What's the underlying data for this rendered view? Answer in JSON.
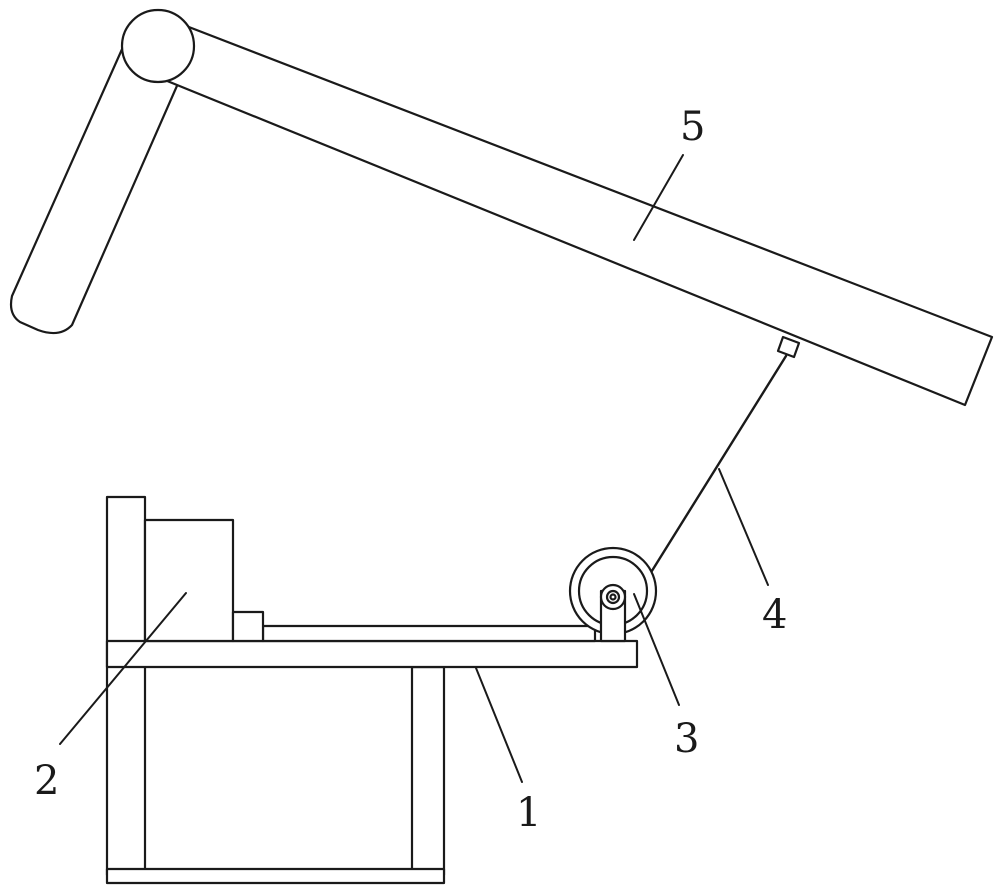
{
  "diagram": {
    "line_color": "#1a1a1a",
    "background": "#ffffff",
    "callouts": [
      {
        "id": "1",
        "label": "1"
      },
      {
        "id": "2",
        "label": "2"
      },
      {
        "id": "3",
        "label": "3"
      },
      {
        "id": "4",
        "label": "4"
      },
      {
        "id": "5",
        "label": "5"
      }
    ]
  }
}
